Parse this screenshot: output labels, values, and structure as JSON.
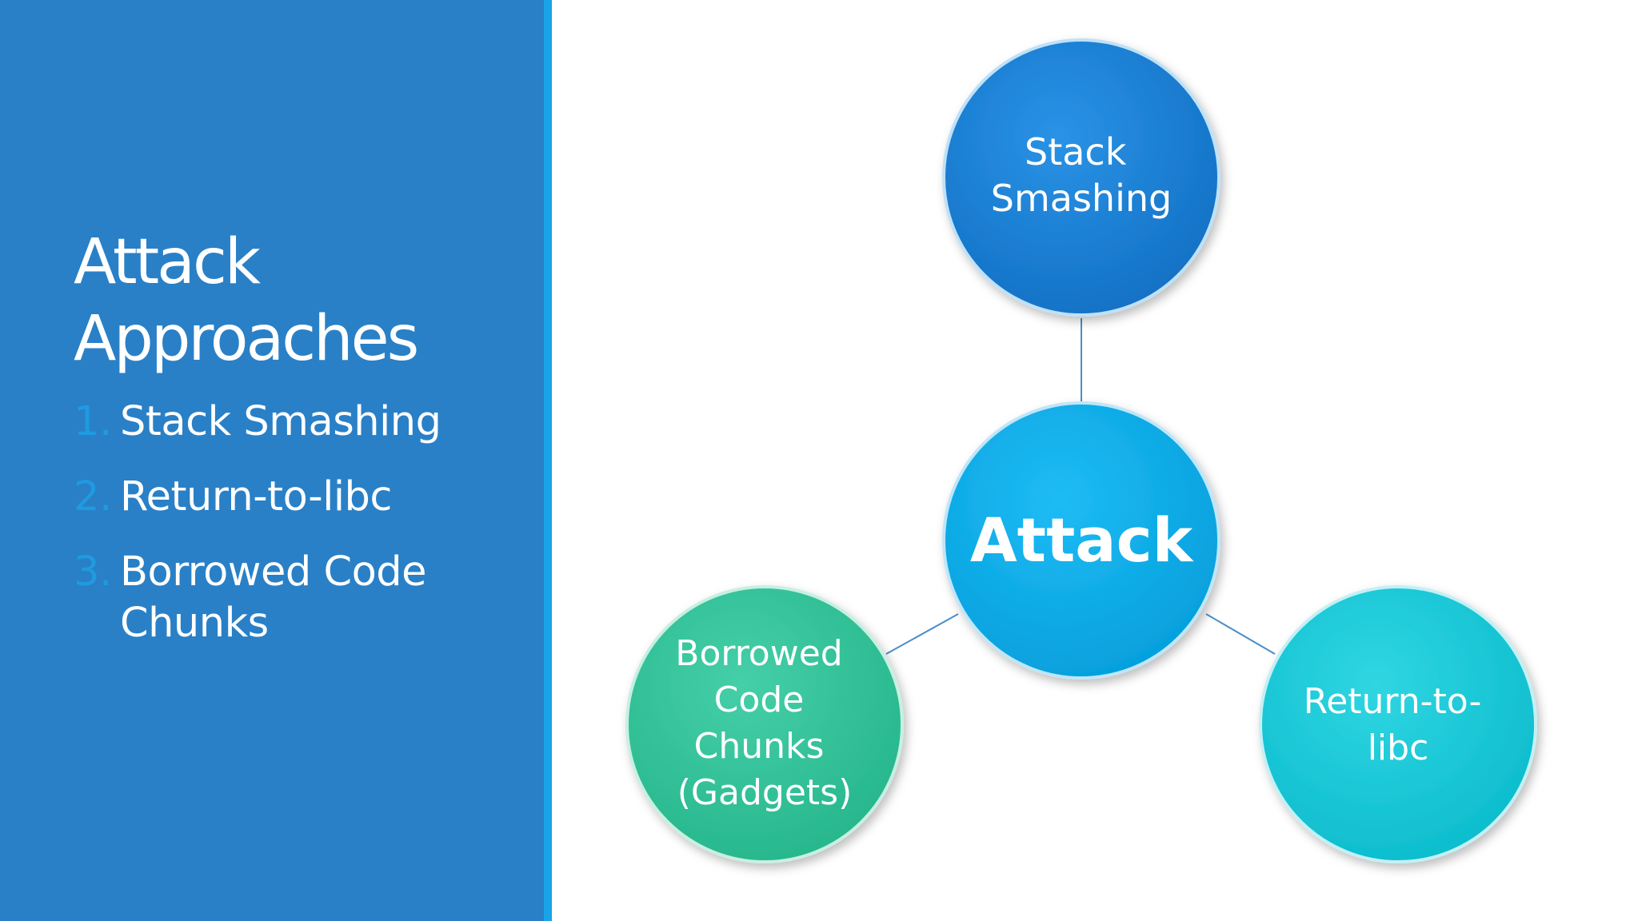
{
  "title": {
    "line1": "Attack",
    "line2": "Approaches"
  },
  "list": [
    {
      "num": "1.",
      "text": "Stack Smashing"
    },
    {
      "num": "2.",
      "text": "Return-to-libc"
    },
    {
      "num": "3.",
      "text": "Borrowed Code Chunks"
    }
  ],
  "diagram": {
    "center": {
      "label": "Attack"
    },
    "top": {
      "label_lines": [
        "Stack",
        "Smashing"
      ]
    },
    "bottom_left": {
      "label_lines": [
        "Borrowed",
        "Code",
        "Chunks",
        "(Gadgets)"
      ]
    },
    "bottom_right": {
      "label_lines": [
        "Return-to-",
        "libc"
      ]
    }
  },
  "colors": {
    "panel": "#2980c7",
    "accent": "#1aa3e8",
    "node_top": "#1a7fd6",
    "node_center": "#07aeeb",
    "node_left": "#2fc39a",
    "node_right": "#14c8d8",
    "connector": "#4a8ec9"
  }
}
